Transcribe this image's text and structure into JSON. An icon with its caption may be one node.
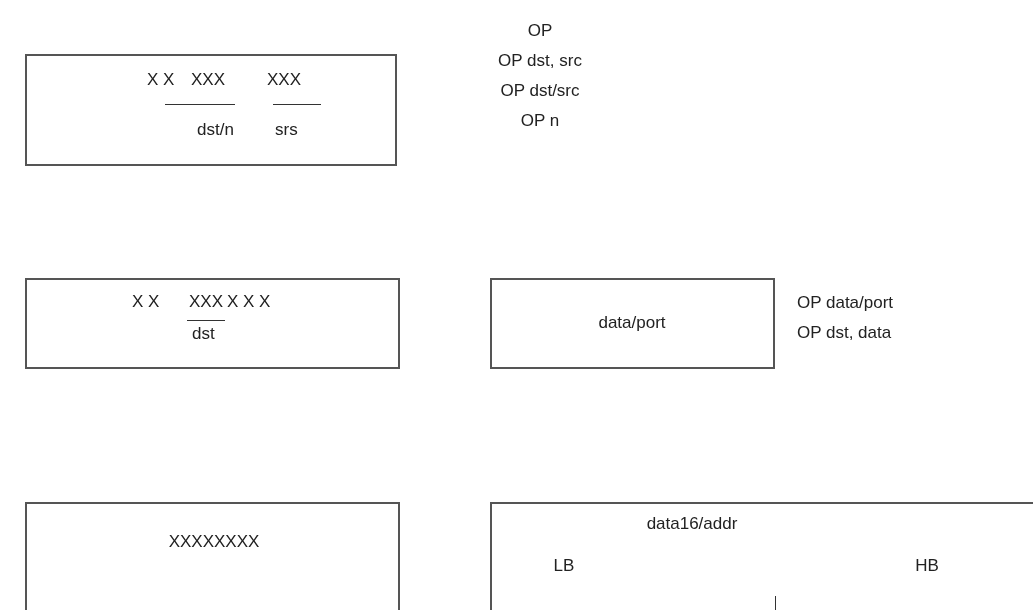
{
  "diagram": {
    "nodes": [
      {
        "text": [
          "X X",
          "XXX",
          "XXX",
          "dst/n",
          "srs"
        ],
        "beside": [
          "OP",
          "OP dst, src",
          "OP dst/src",
          "OP n"
        ]
      },
      {
        "text": [
          "X X",
          "XXX",
          "X X X",
          "dst"
        ]
      },
      {
        "text": [
          "data/port"
        ],
        "beside": [
          "OP data/port",
          "OP dst, data"
        ]
      },
      {
        "text": [
          "XXXXXXXX"
        ]
      },
      {
        "text": [
          "data16/addr",
          "LB",
          "HB"
        ]
      }
    ]
  }
}
